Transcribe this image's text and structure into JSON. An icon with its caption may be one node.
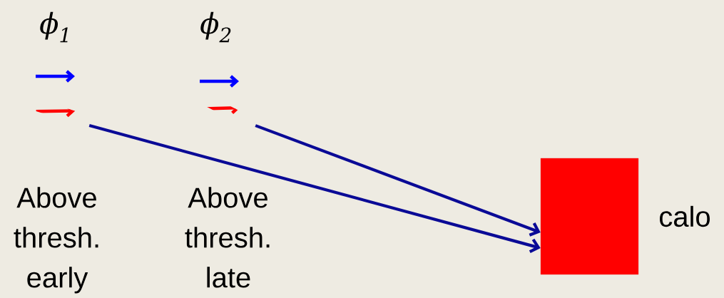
{
  "diagram": {
    "nodes": [
      {
        "text": [],
        "shape": "box",
        "beside": [
          "calo"
        ]
      },
      {
        "text": [],
        "shape": "arrow"
      },
      {
        "text": [],
        "shape": "arrow"
      }
    ],
    "edges": [
      {
        "from": 1,
        "to": 0,
        "arrow": "to"
      },
      {
        "from": 2,
        "to": 0,
        "arrow": "to"
      }
    ],
    "labels": [
      "ϕ$_{1}$",
      "ϕ$_{2}$",
      "Above thresh. early",
      "Above thresh. late"
    ]
  }
}
